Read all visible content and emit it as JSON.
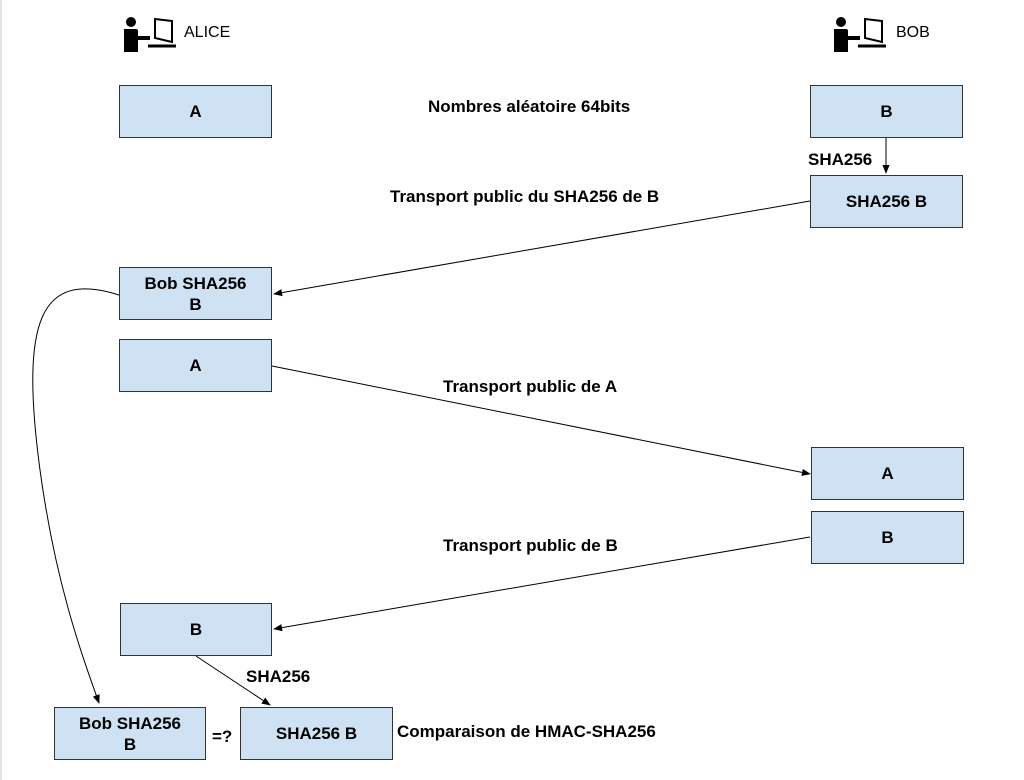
{
  "actors": {
    "alice": "ALICE",
    "bob": "BOB"
  },
  "boxes": {
    "alice_a_top": "A",
    "bob_b_top": "B",
    "bob_sha_b": "SHA256 B",
    "alice_bob_sha": "Bob SHA256\nB",
    "alice_a_mid": "A",
    "bob_a_received": "A",
    "bob_b_mid": "B",
    "alice_b_received": "B",
    "alice_bob_sha_bottom": "Bob SHA256\nB",
    "alice_sha_b": "SHA256 B"
  },
  "labels": {
    "random_numbers": "Nombres aléatoire 64bits",
    "bob_sha_step": "SHA256",
    "transport_sha_b": "Transport public du SHA256 de B",
    "transport_a": "Transport public de A",
    "transport_b": "Transport public de B",
    "alice_sha_step": "SHA256",
    "compare_symbol": "=?",
    "comparison": "Comparaison de HMAC-SHA256"
  },
  "icons": {
    "alice": "person-at-computer-icon",
    "bob": "person-at-computer-icon"
  },
  "colors": {
    "box_fill": "#cfe2f3",
    "box_border": "#333333",
    "line": "#000000"
  }
}
